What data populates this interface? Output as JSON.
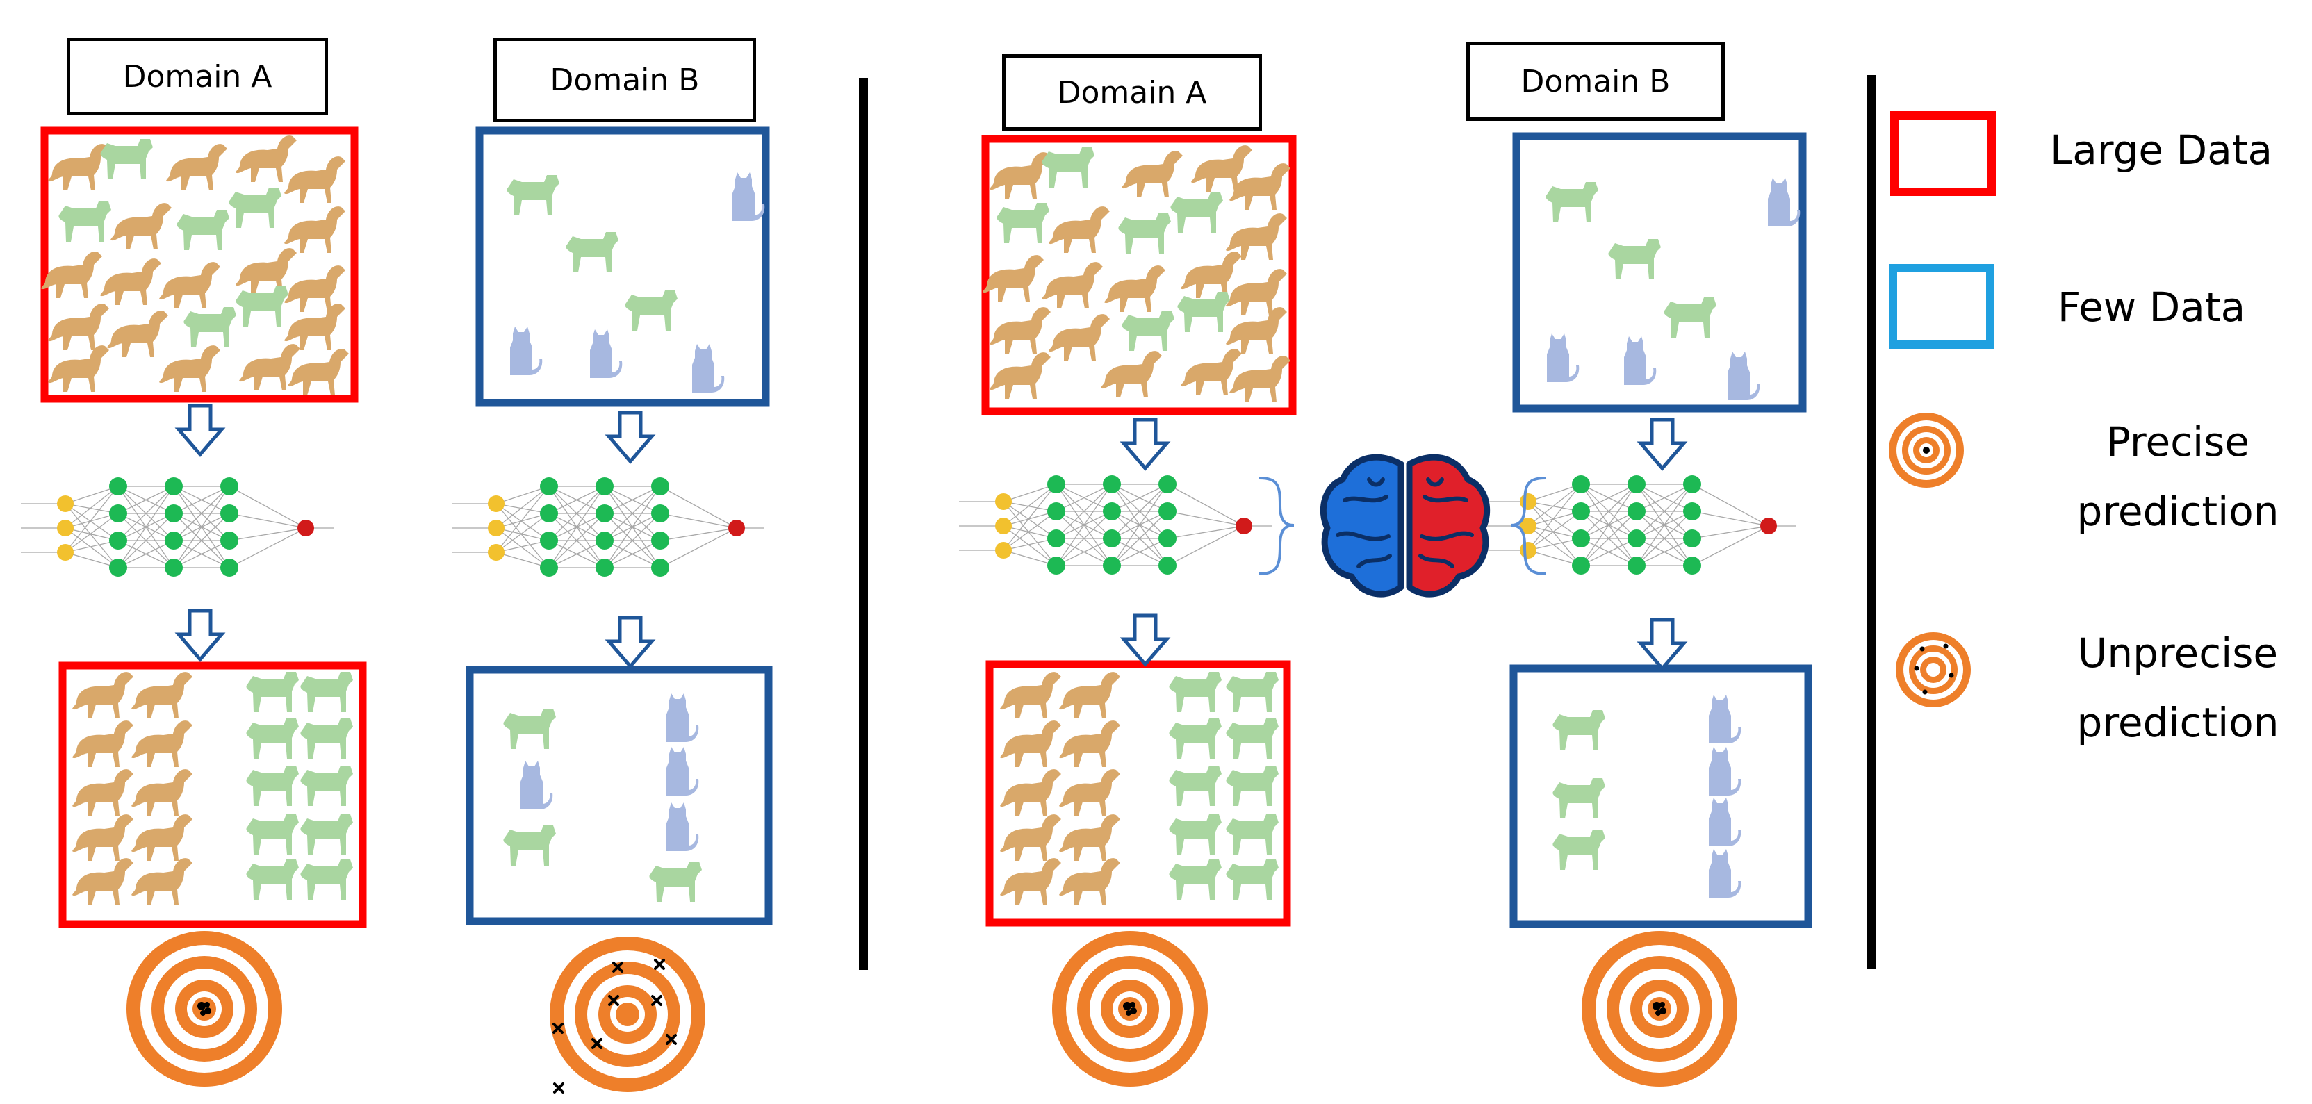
{
  "panels": {
    "left": {
      "domain_a": "Domain A",
      "domain_b": "Domain B"
    },
    "right": {
      "domain_a": "Domain A",
      "domain_b": "Domain B"
    }
  },
  "legend": {
    "large_data": "Large Data",
    "few_data": "Few Data",
    "precise": [
      "Precise",
      "prediction"
    ],
    "unprecise": [
      "Unprecise",
      "prediction"
    ]
  },
  "colors": {
    "large_data_border": "#FF0000",
    "few_data_border": "#1F5699",
    "few_data_legend_border": "#1FA0E0",
    "horse": "#D9A86A",
    "dog": "#A9D6A0",
    "cat": "#A7B8E0",
    "target": "#EE7F2A",
    "input_node": "#F2C12E",
    "hidden_node": "#1DB954",
    "output_node": "#D11A1A",
    "brain_left": "#1E6FD9",
    "brain_right": "#E0202A"
  },
  "icons": [
    "horse-icon",
    "dog-icon",
    "cat-icon",
    "neural-network-icon",
    "brain-icon",
    "target-icon",
    "down-arrow-icon"
  ]
}
